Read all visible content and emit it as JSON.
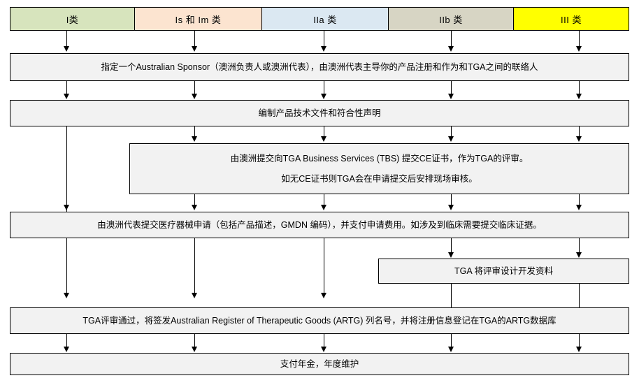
{
  "diagram": {
    "title": "TGA Australian Medical Device Registration Flow",
    "background_color": "#ffffff",
    "box_fill": "#f2f2f2",
    "box_border": "#000000",
    "connector_color": "#000000"
  },
  "categories": [
    {
      "label": "I类",
      "color": "#d7e4bd",
      "width": 178
    },
    {
      "label": "Is 和 Im 类",
      "color": "#fce4d0",
      "width": 182
    },
    {
      "label": "IIa 类",
      "color": "#dbe8f2",
      "width": 181
    },
    {
      "label": "IIb 类",
      "color": "#d7d5c4",
      "width": 179
    },
    {
      "label": "III 类",
      "color": "#ffff00",
      "width": 164
    }
  ],
  "steps": [
    {
      "id": "step-sponsor",
      "lines": [
        "指定一个Australian Sponsor（澳洲负责人或澳洲代表），由澳洲代表主导你的产品注册和作为和TGA之间的联络人"
      ]
    },
    {
      "id": "step-technical-file",
      "lines": [
        "编制产品技术文件和符合性声明"
      ]
    },
    {
      "id": "step-ce-certificate",
      "lines": [
        "由澳洲提交向TGA Business Services (TBS) 提交CE证书，作为TGA的评审。",
        "如无CE证书则TGA会在申请提交后安排现场审核。"
      ]
    },
    {
      "id": "step-application",
      "lines": [
        "由澳洲代表提交医疗器械申请（包括产品描述，GMDN 编码），并支付申请费用。如涉及到临床需要提交临床证据。"
      ]
    },
    {
      "id": "step-design-review",
      "lines": [
        "TGA 将评审设计开发资料"
      ]
    },
    {
      "id": "step-artg-listing",
      "lines": [
        "TGA评审通过，将签发Australian Register of Therapeutic Goods (ARTG) 列名号，并将注册信息登记在TGA的ARTG数据库"
      ]
    },
    {
      "id": "step-annual-fee",
      "lines": [
        "支付年金，年度维护"
      ]
    }
  ]
}
